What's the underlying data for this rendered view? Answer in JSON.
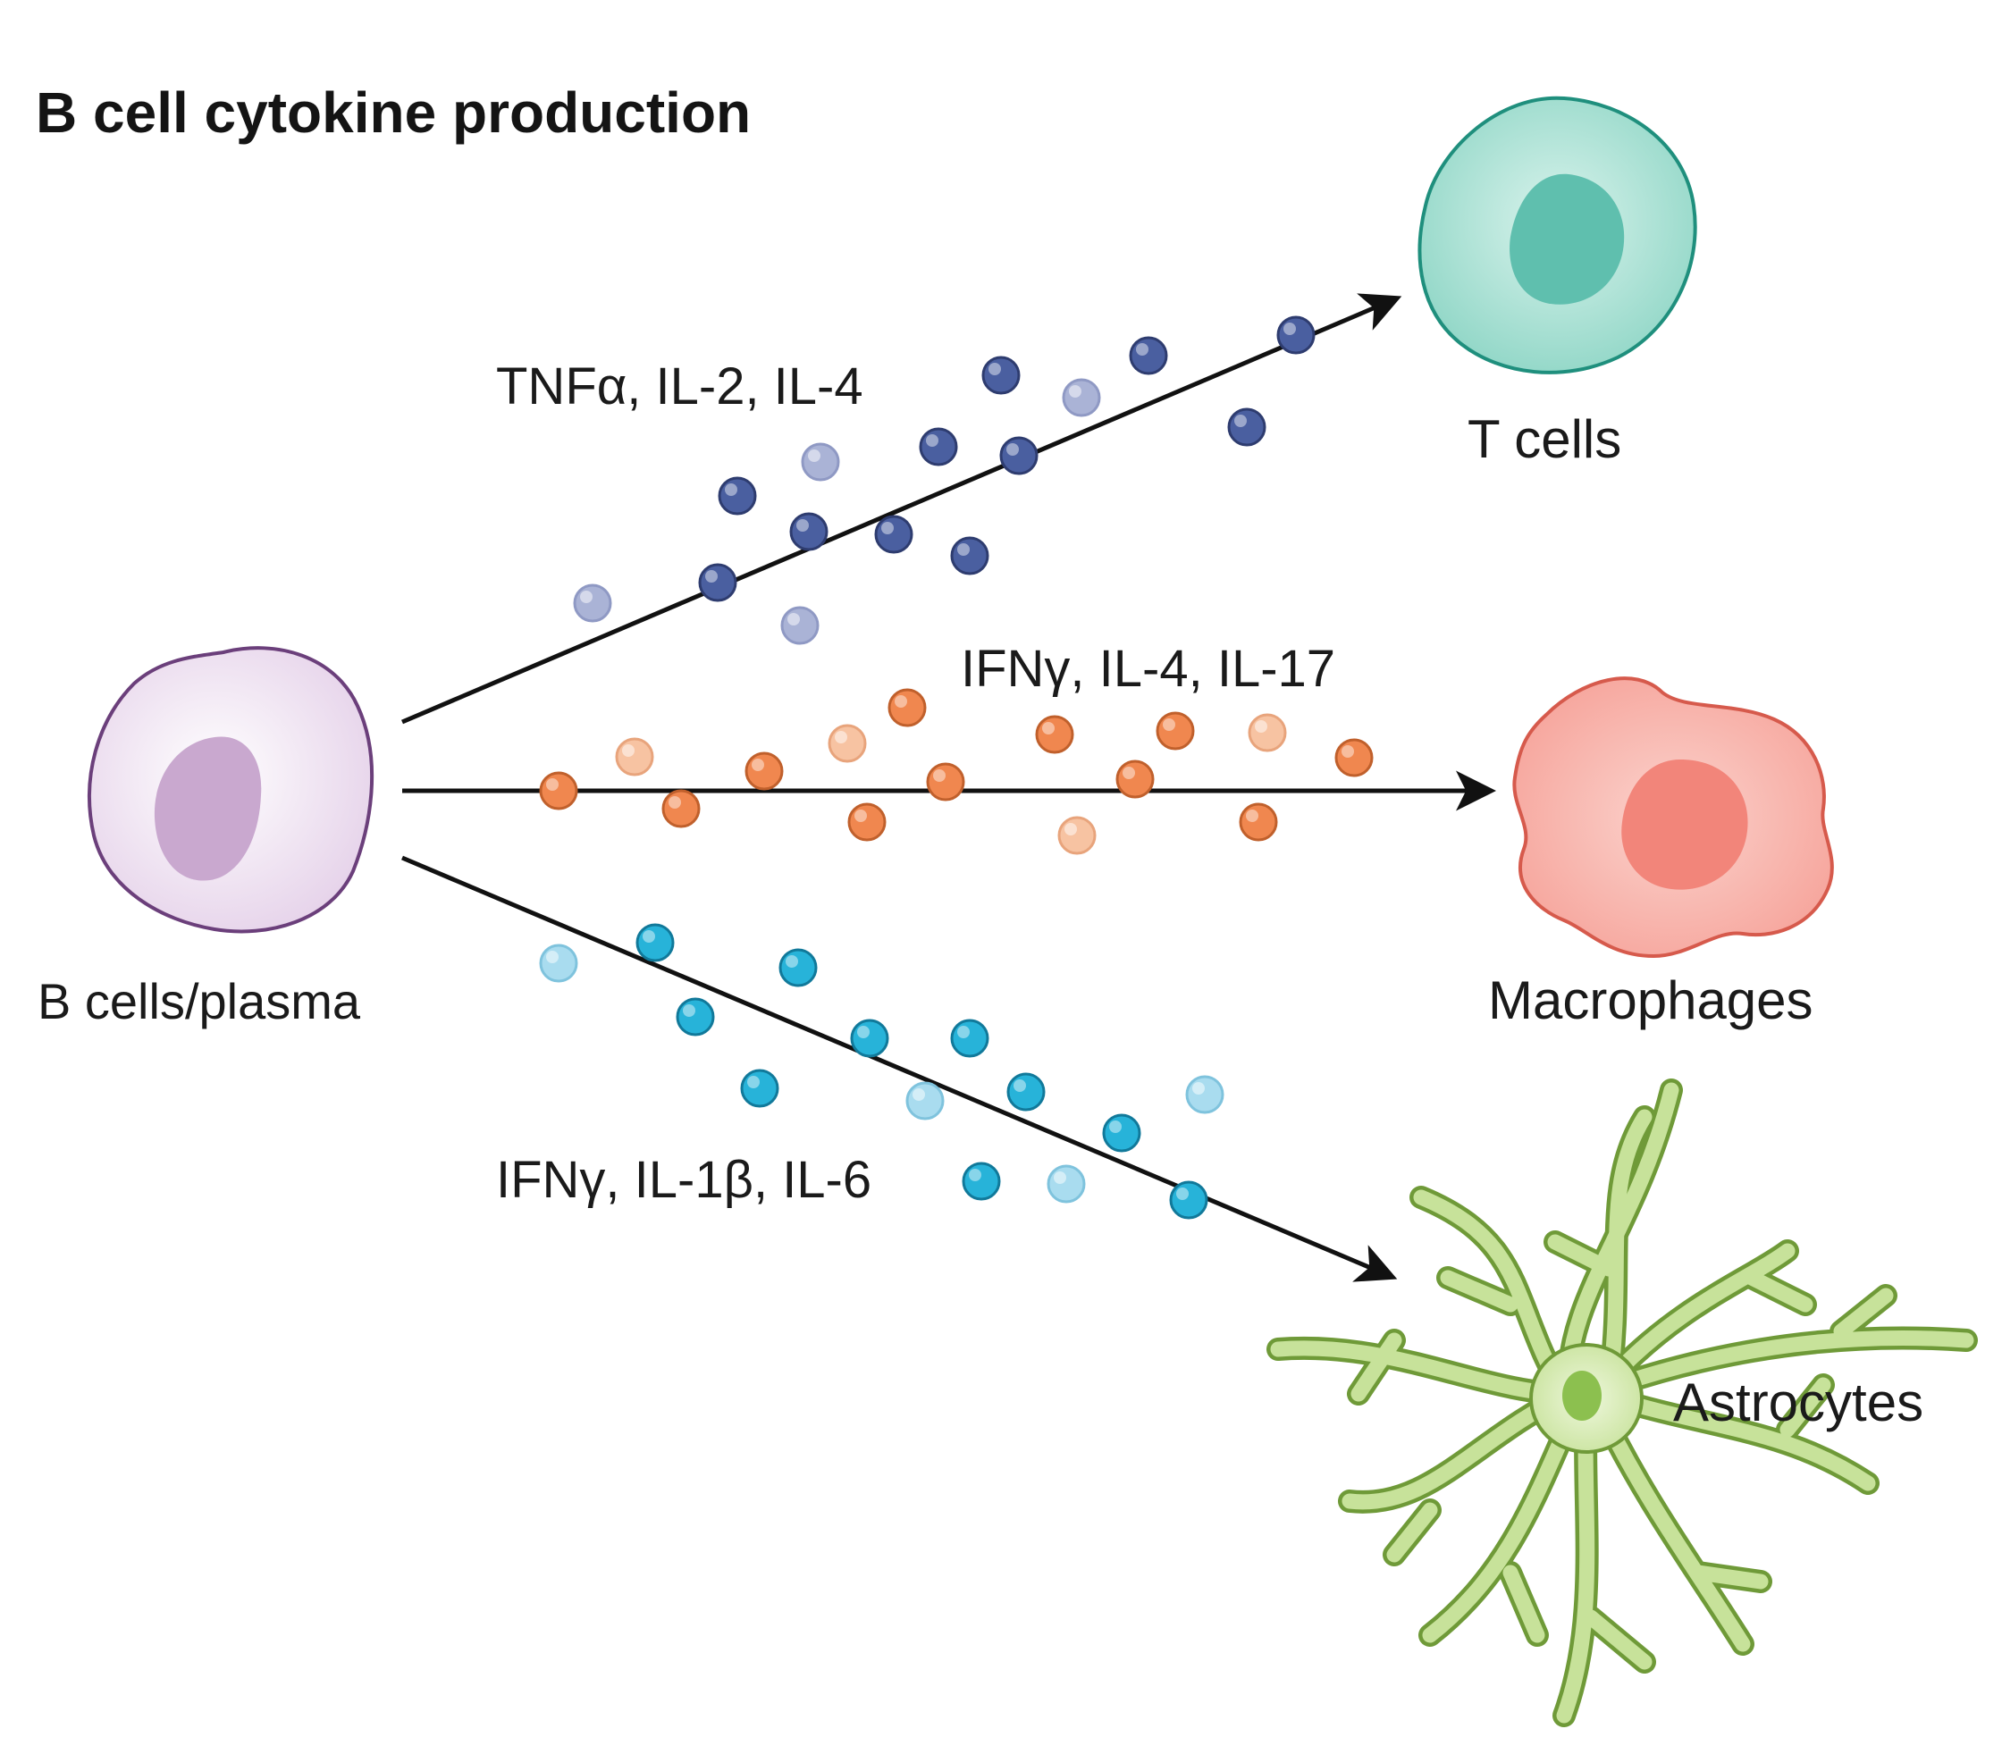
{
  "title": "B cell cytokine production",
  "cells": {
    "b_cell": {
      "label": "B cells/plasma",
      "fill": "#e6d3ea",
      "stroke": "#6b3f7b",
      "nucleus": "#c9a8cf"
    },
    "t_cell": {
      "label": "T cells",
      "fill": "#8fd6c6",
      "stroke": "#1f8f7d",
      "nucleus": "#5fbfae"
    },
    "macrophage": {
      "label": "Macrophages",
      "fill": "#f6a39a",
      "stroke": "#d65a4c",
      "nucleus": "#f2857a"
    },
    "astrocyte": {
      "label": "Astrocytes",
      "fill": "#c7e29a",
      "stroke": "#6f9a38",
      "nucleus": "#8cc04f"
    }
  },
  "pathways": [
    {
      "label": "TNFα, IL-2, IL-4",
      "color": "#4a5fa0",
      "light": "#aab3d6"
    },
    {
      "label": "IFNγ, IL-4, IL-17",
      "color": "#f0874f",
      "light": "#f7c3a2"
    },
    {
      "label": "IFNγ, IL-1β, IL-6",
      "color": "#27b3d9",
      "light": "#a9dcef"
    }
  ]
}
